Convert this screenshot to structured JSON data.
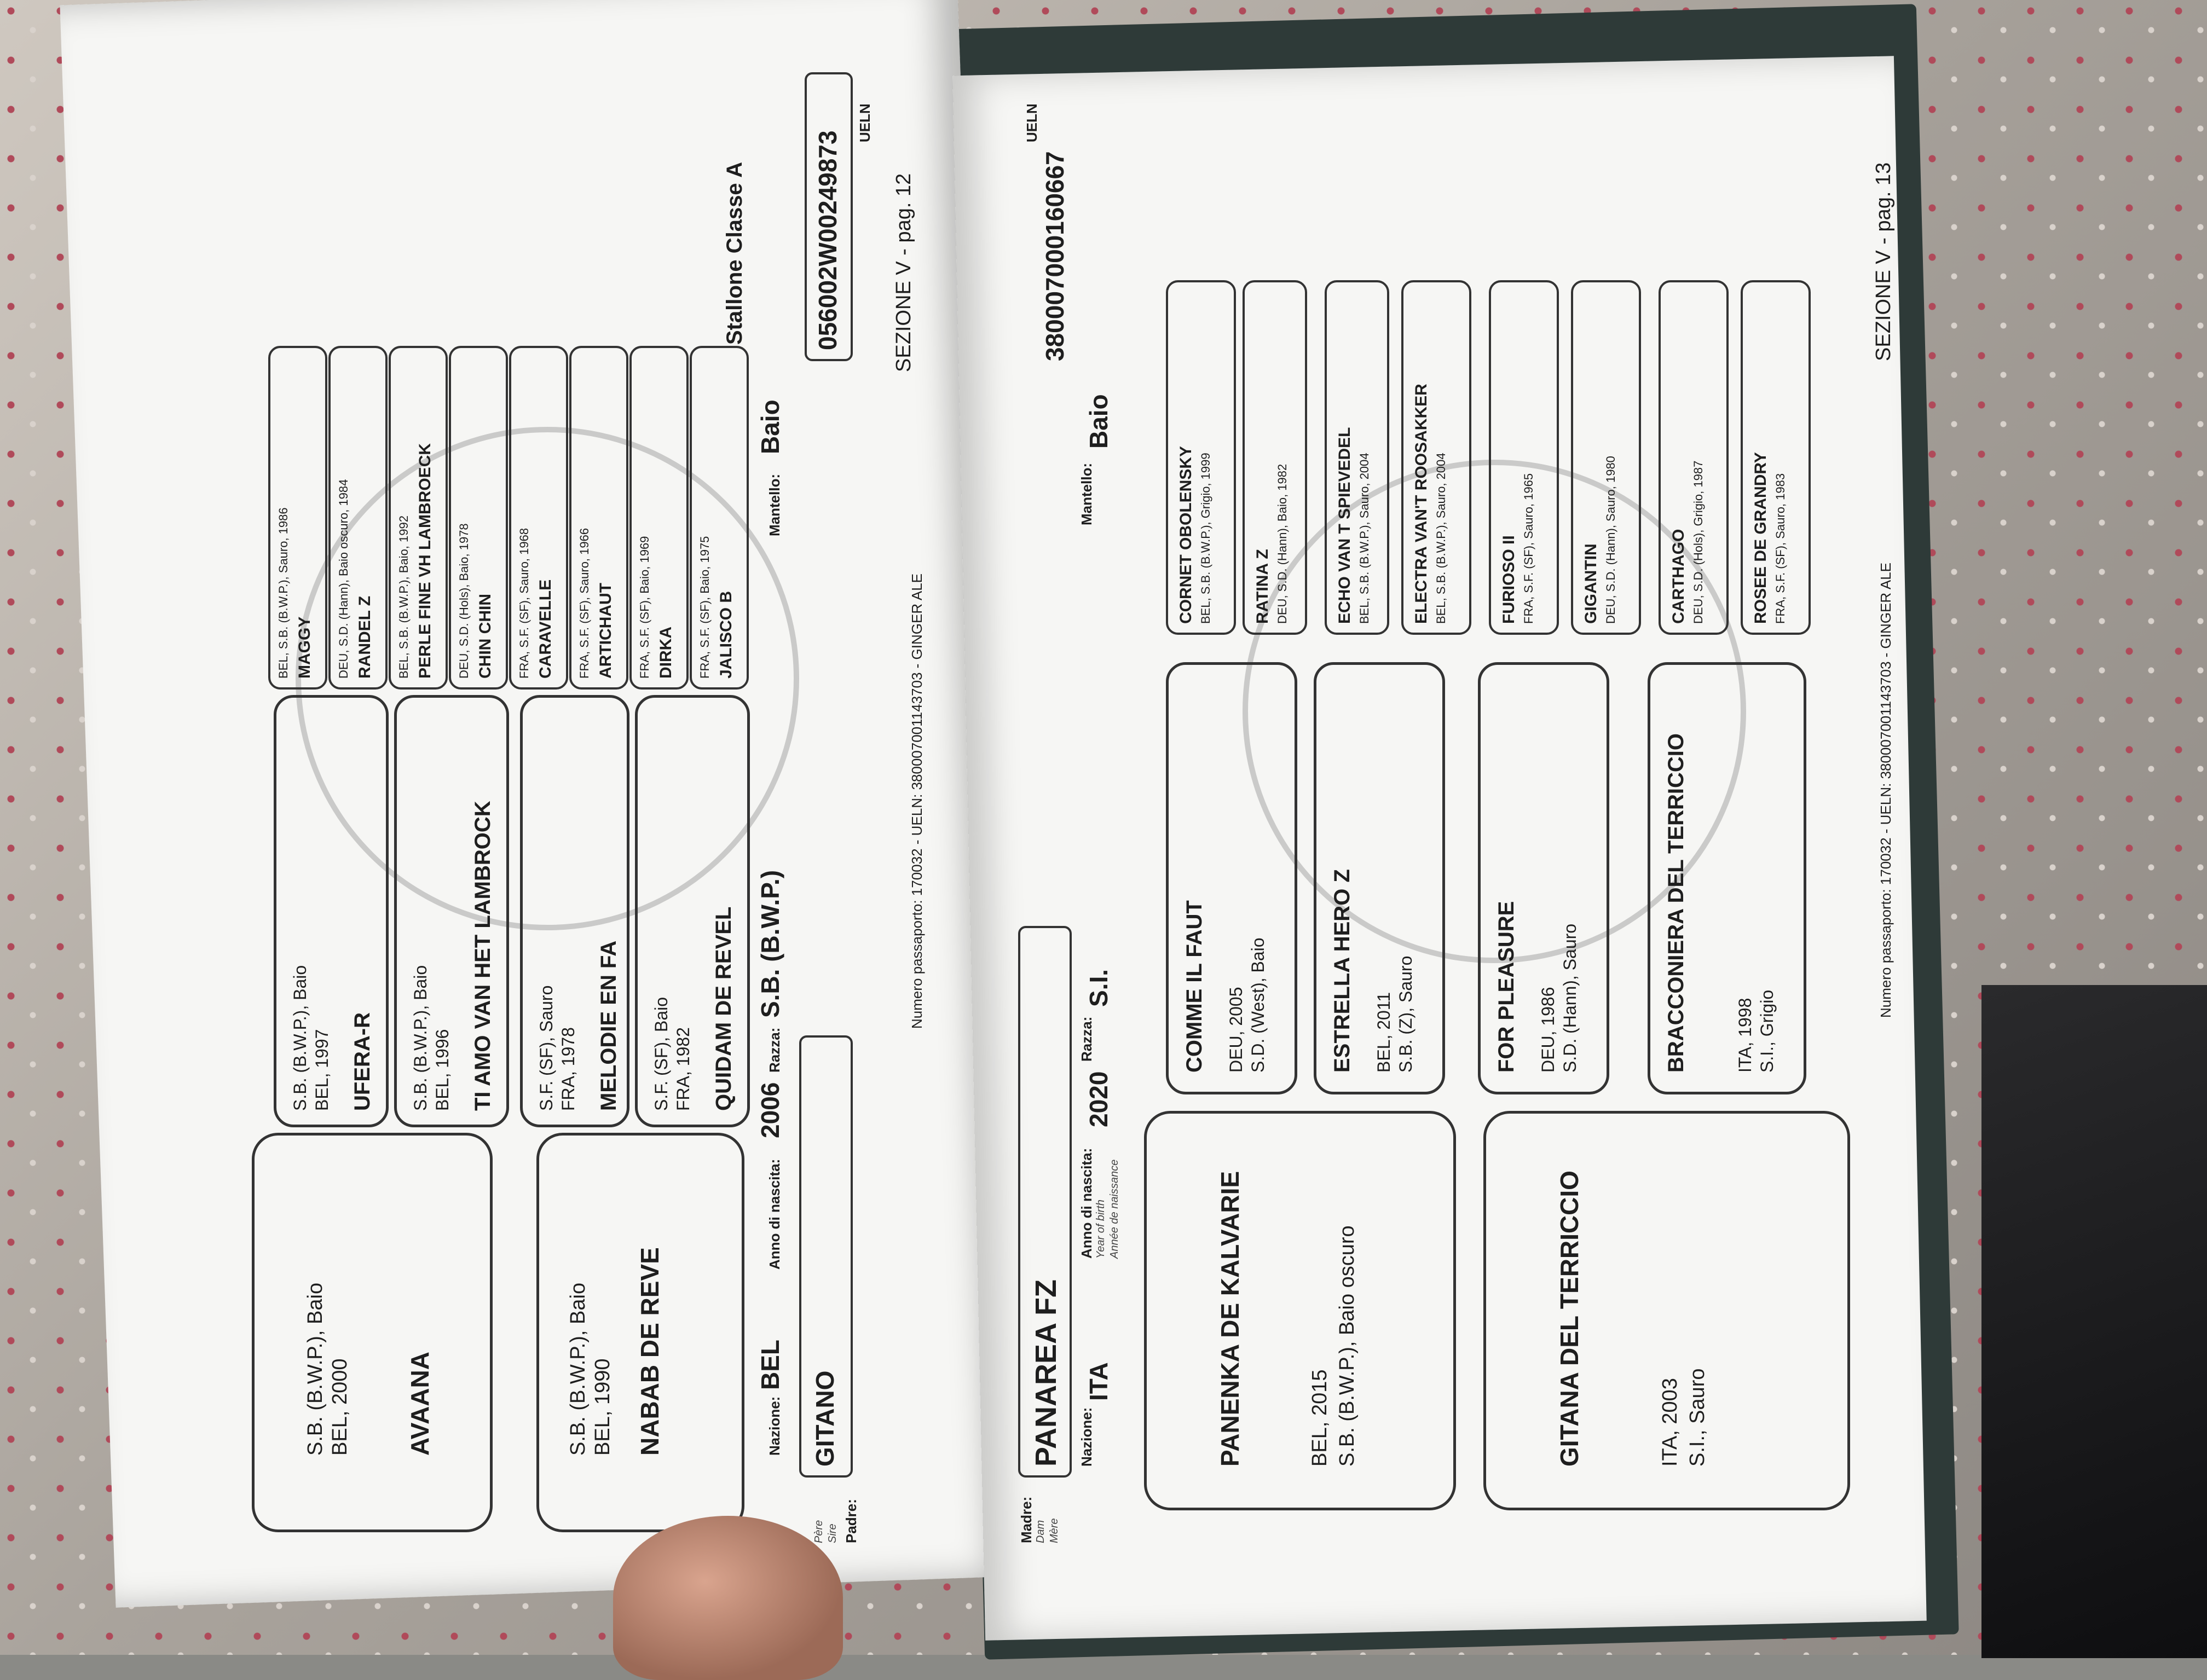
{
  "left_page": {
    "header_line": "Numero passaporto: 170032 - UELN: 380007001143703 - GINGER ALE",
    "section": "SEZIONE V  -  pag. 12",
    "sire_label": "Padre:",
    "sire_label_en": "Sire",
    "sire_label_fr": "Père",
    "sire_name": "GITANO",
    "nation_label": "Nazione:",
    "nation_value": "BEL",
    "birth_label": "Anno di nascita:",
    "birth_value": "2006",
    "breed_label": "Razza:",
    "breed_value": "S.B. (B.W.P.)",
    "colour_label": "Mantello:",
    "colour_value": "Baio",
    "ueln_label": "UELN",
    "ueln_value": "056002W00249873",
    "class_label": "Stallone Classe A",
    "gen2": [
      {
        "name": "NABAB DE REVE",
        "info1": "BEL, 1990",
        "info2": "S.B. (B.W.P.), Baio"
      },
      {
        "name": "AVAANA",
        "info1": "BEL, 2000",
        "info2": "S.B. (B.W.P.), Baio"
      }
    ],
    "gen3": [
      {
        "name": "QUIDAM DE REVEL",
        "info1": "FRA, 1982",
        "info2": "S.F. (SF), Baio"
      },
      {
        "name": "MELODIE EN FA",
        "info1": "FRA, 1978",
        "info2": "S.F. (SF), Sauro"
      },
      {
        "name": "TI AMO VAN HET LAMBROCK",
        "info1": "BEL, 1996",
        "info2": "S.B. (B.W.P.), Baio"
      },
      {
        "name": "UFERA-R",
        "info1": "BEL, 1997",
        "info2": "S.B. (B.W.P.), Baio"
      }
    ],
    "gen4": [
      {
        "name": "JALISCO B",
        "info": "FRA, S.F. (SF), Baio, 1975"
      },
      {
        "name": "DIRKA",
        "info": "FRA, S.F. (SF), Baio, 1969"
      },
      {
        "name": "ARTICHAUT",
        "info": "FRA, S.F. (SF), Sauro, 1966"
      },
      {
        "name": "CARAVELLE",
        "info": "FRA, S.F. (SF), Sauro, 1968"
      },
      {
        "name": "CHIN CHIN",
        "info": "DEU, S.D. (Hols), Baio, 1978"
      },
      {
        "name": "PERLE FINE VH LAMBROECK",
        "info": "BEL, S.B. (B.W.P.), Baio, 1992"
      },
      {
        "name": "RANDEL Z",
        "info": "DEU, S.D. (Hann), Baio oscuro, 1984"
      },
      {
        "name": "MAGGY",
        "info": "BEL, S.B. (B.W.P.), Sauro, 1986"
      }
    ]
  },
  "right_page": {
    "header_line": "Numero passaporto: 170032 - UELN: 380007001143703 - GINGER ALE",
    "section": "SEZIONE V  -  pag. 13",
    "dam_label": "Madre:",
    "dam_label_en": "Dam",
    "dam_label_fr": "Mère",
    "dam_name": "PANAREA FZ",
    "nation_label": "Nazione:",
    "nation_value": "ITA",
    "birth_label": "Anno di nascita:",
    "birth_value": "2020",
    "birth_en": "Year of birth",
    "birth_fr": "Année de naissance",
    "breed_label": "Razza:",
    "breed_value": "S.I.",
    "colour_label": "Mantello:",
    "colour_value": "Baio",
    "ueln_label": "UELN",
    "ueln_value": "380007000160667",
    "gen2": [
      {
        "name": "PANENKA DE KALVARIE",
        "info1": "BEL, 2015",
        "info2": "S.B. (B.W.P.), Baio oscuro"
      },
      {
        "name": "GITANA  DEL TERRICCIO",
        "info1": "ITA, 2003",
        "info2": "S.I., Sauro"
      }
    ],
    "gen3": [
      {
        "name": "COMME IL FAUT",
        "info1": "DEU, 2005",
        "info2": "S.D. (West), Baio"
      },
      {
        "name": "ESTRELLA HERO Z",
        "info1": "BEL, 2011",
        "info2": "S.B. (Z), Sauro"
      },
      {
        "name": "FOR PLEASURE",
        "info1": "DEU, 1986",
        "info2": "S.D. (Hann), Sauro"
      },
      {
        "name": "BRACCONIERA  DEL TERRICCIO",
        "info1": "ITA, 1998",
        "info2": "S.I., Grigio"
      }
    ],
    "gen4": [
      {
        "name": "CORNET OBOLENSKY",
        "info": "BEL, S.B. (B.W.P.), Grigio, 1999"
      },
      {
        "name": "RATINA Z",
        "info": "DEU, S.D. (Hann), Baio, 1982"
      },
      {
        "name": "ECHO VAN T SPIEVEDEL",
        "info": "BEL, S.B. (B.W.P.), Sauro, 2004"
      },
      {
        "name": "ELECTRA VAN'T ROOSAKKER",
        "info": "BEL, S.B. (B.W.P.), Sauro, 2004"
      },
      {
        "name": "FURIOSO II",
        "info": "FRA, S.F. (SF), Sauro, 1965"
      },
      {
        "name": "GIGANTIN",
        "info": "DEU, S.D. (Hann), Sauro, 1980"
      },
      {
        "name": "CARTHAGO",
        "info": "DEU, S.D. (Hols), Grigio, 1987"
      },
      {
        "name": "ROSEE DE GRANDRY",
        "info": "FRA, S.F. (SF), Sauro, 1983"
      }
    ]
  }
}
